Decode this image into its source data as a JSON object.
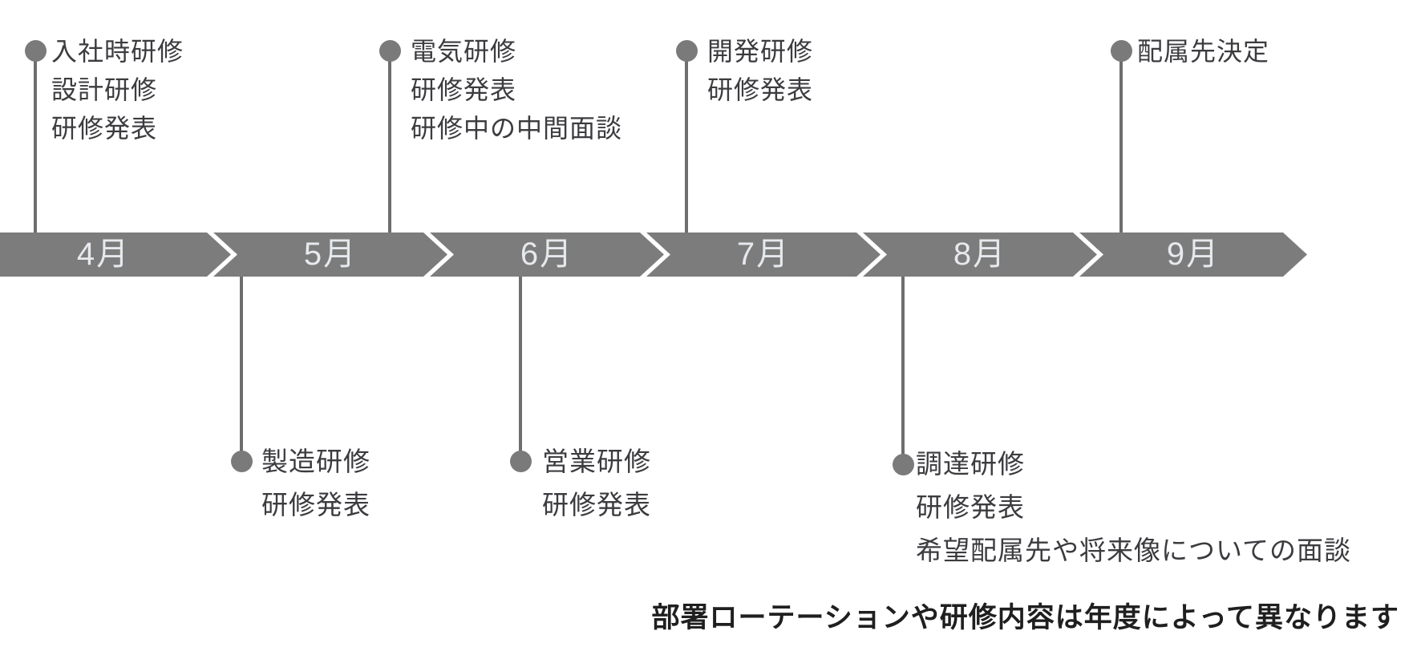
{
  "diagram_title": "",
  "timeline": {
    "months": [
      {
        "label": "4月"
      },
      {
        "label": "5月"
      },
      {
        "label": "6月"
      },
      {
        "label": "7月"
      },
      {
        "label": "8月"
      },
      {
        "label": "9月"
      }
    ],
    "band_color": "#7c7c7c",
    "month_text_color": "#e6e9ed",
    "marker_color": "#7a7a7a"
  },
  "events_top": [
    {
      "month": "4月",
      "lines": [
        "入社時研修",
        "設計研修",
        "研修発表"
      ]
    },
    {
      "month": "5月",
      "lines": [
        "電気研修",
        "研修発表",
        "研修中の中間面談"
      ]
    },
    {
      "month": "7月",
      "lines": [
        "開発研修",
        "研修発表"
      ]
    },
    {
      "month": "9月",
      "lines": [
        "配属先決定"
      ]
    }
  ],
  "events_bottom": [
    {
      "month": "5月",
      "lines": [
        "製造研修",
        "研修発表"
      ]
    },
    {
      "month": "6月",
      "lines": [
        "営業研修",
        "研修発表"
      ]
    },
    {
      "month": "8月",
      "lines": [
        "調達研修",
        "研修発表",
        "希望配属先や将来像についての面談"
      ]
    }
  ],
  "footnote": "部署ローテーションや研修内容は年度によって異なります"
}
